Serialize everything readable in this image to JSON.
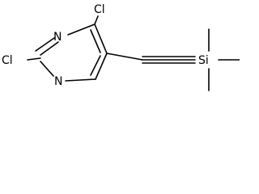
{
  "molecule": {
    "atoms": {
      "cl_top": "Cl",
      "cl_left": "Cl",
      "n_upper": "N",
      "n_lower": "N",
      "si": "Si"
    }
  }
}
